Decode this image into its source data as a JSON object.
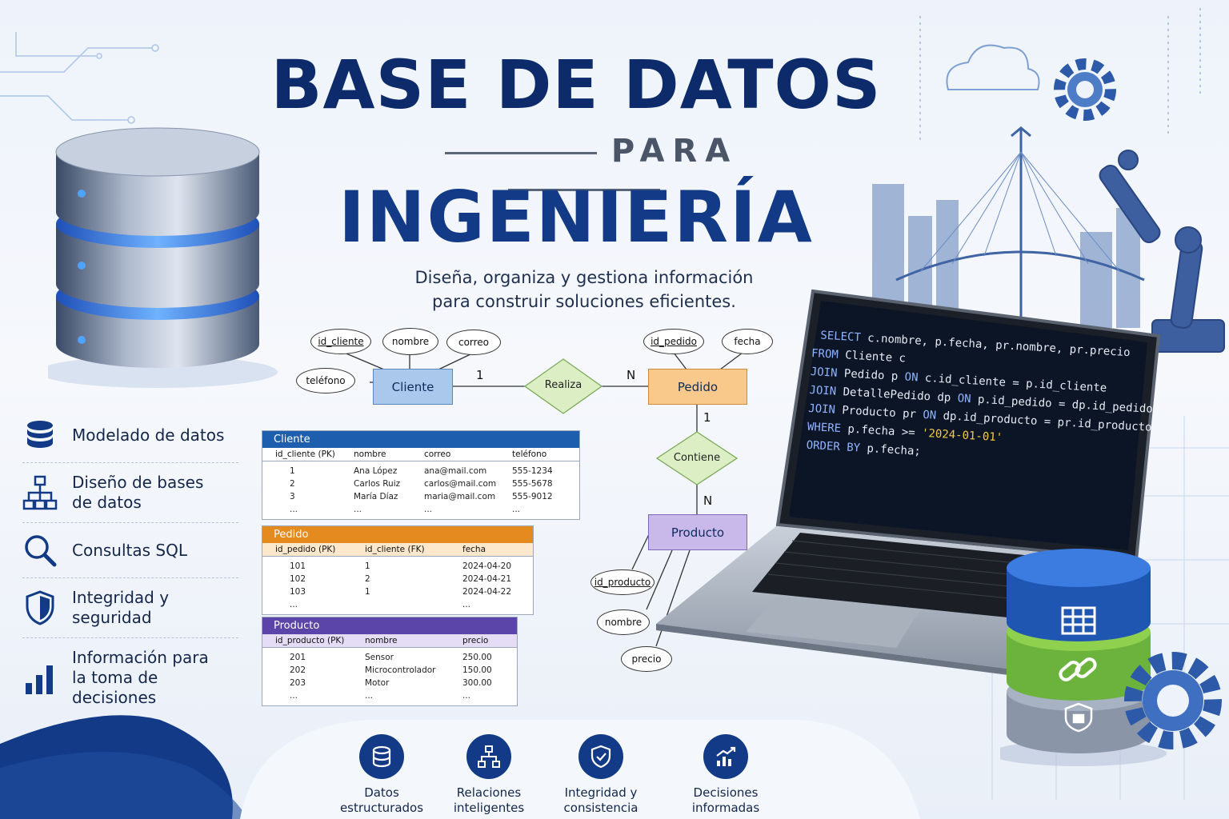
{
  "title": {
    "main": "BASE DE DATOS",
    "connector": "PARA",
    "subject": "INGENIERÍA"
  },
  "subtitle": [
    "Diseña, organiza y gestiona información",
    "para construir soluciones eficientes."
  ],
  "features": [
    {
      "icon": "database-icon",
      "label": "Modelado de datos"
    },
    {
      "icon": "hierarchy-icon",
      "label": "Diseño de bases\nde datos"
    },
    {
      "icon": "search-icon",
      "label": "Consultas SQL"
    },
    {
      "icon": "shield-icon",
      "label": "Integridad y seguridad"
    },
    {
      "icon": "bar-chart-icon",
      "label": "Información para\nla toma de decisiones"
    }
  ],
  "er": {
    "cliente": {
      "name": "Cliente",
      "attrs": [
        "id_cliente",
        "nombre",
        "correo",
        "teléfono"
      ]
    },
    "pedido": {
      "name": "Pedido",
      "attrs": [
        "id_pedido",
        "fecha"
      ]
    },
    "producto": {
      "name": "Producto",
      "attrs": [
        "id_producto",
        "nombre",
        "precio"
      ]
    },
    "rel_realiza": "Realiza",
    "rel_contiene": "Contiene",
    "card_1a": "1",
    "card_na": "N",
    "card_1b": "1",
    "card_nb": "N",
    "colors": {
      "cliente": "#a9c8ec",
      "pedido": "#f8c98a",
      "producto": "#c9b8ea",
      "diamond": "#dcefc4"
    }
  },
  "tables": {
    "cliente": {
      "title": "Cliente",
      "color": "#1d5fae",
      "columns": [
        "id_cliente (PK)",
        "nombre",
        "correo",
        "teléfono"
      ],
      "rows": [
        [
          "1",
          "Ana López",
          "ana@mail.com",
          "555-1234"
        ],
        [
          "2",
          "Carlos Ruiz",
          "carlos@mail.com",
          "555-5678"
        ],
        [
          "3",
          "María Díaz",
          "maria@mail.com",
          "555-9012"
        ],
        [
          "...",
          "...",
          "...",
          "..."
        ]
      ]
    },
    "pedido": {
      "title": "Pedido",
      "color": "#e58a1f",
      "columns": [
        "id_pedido (PK)",
        "id_cliente (FK)",
        "fecha"
      ],
      "rows": [
        [
          "101",
          "1",
          "2024-04-20"
        ],
        [
          "102",
          "2",
          "2024-04-21"
        ],
        [
          "103",
          "1",
          "2024-04-22"
        ],
        [
          "...",
          "",
          "..."
        ]
      ]
    },
    "producto": {
      "title": "Producto",
      "color": "#5b45a8",
      "columns": [
        "id_producto (PK)",
        "nombre",
        "precio"
      ],
      "rows": [
        [
          "201",
          "Sensor",
          "250.00"
        ],
        [
          "202",
          "Microcontrolador",
          "150.00"
        ],
        [
          "203",
          "Motor",
          "300.00"
        ],
        [
          "...",
          "...",
          "..."
        ]
      ]
    }
  },
  "code": [
    [
      [
        "kw",
        "SELECT"
      ],
      [
        "t",
        " c.nombre, p.fecha, pr.nombre, pr.precio"
      ]
    ],
    [
      [
        "kw",
        "FROM"
      ],
      [
        "t",
        " Cliente c"
      ]
    ],
    [
      [
        "kw",
        "JOIN"
      ],
      [
        "t",
        " Pedido p "
      ],
      [
        "kw",
        "ON"
      ],
      [
        "t",
        " c.id_cliente = p.id_cliente"
      ]
    ],
    [
      [
        "kw",
        "JOIN"
      ],
      [
        "t",
        " DetallePedido dp "
      ],
      [
        "kw",
        "ON"
      ],
      [
        "t",
        " p.id_pedido = dp.id_pedido"
      ]
    ],
    [
      [
        "kw",
        "JOIN"
      ],
      [
        "t",
        " Producto pr "
      ],
      [
        "kw",
        "ON"
      ],
      [
        "t",
        " dp.id_producto = pr.id_producto"
      ]
    ],
    [
      [
        "kw",
        "WHERE"
      ],
      [
        "t",
        " p.fecha >= "
      ],
      [
        "str",
        "'2024-01-01'"
      ]
    ],
    [
      [
        "kw",
        "ORDER BY"
      ],
      [
        "t",
        " p.fecha;"
      ]
    ]
  ],
  "badges": [
    {
      "icon": "database-icon",
      "label": "Datos\nestructurados"
    },
    {
      "icon": "hierarchy-icon",
      "label": "Relaciones\ninteligentes"
    },
    {
      "icon": "shield-check-icon",
      "label": "Integridad y\nconsistencia"
    },
    {
      "icon": "trend-chart-icon",
      "label": "Decisiones\ninformadas"
    }
  ],
  "colors": {
    "navy": "#0d2b6b",
    "blue": "#123a86",
    "green": "#6cb33e",
    "gray": "#8a96a8"
  }
}
